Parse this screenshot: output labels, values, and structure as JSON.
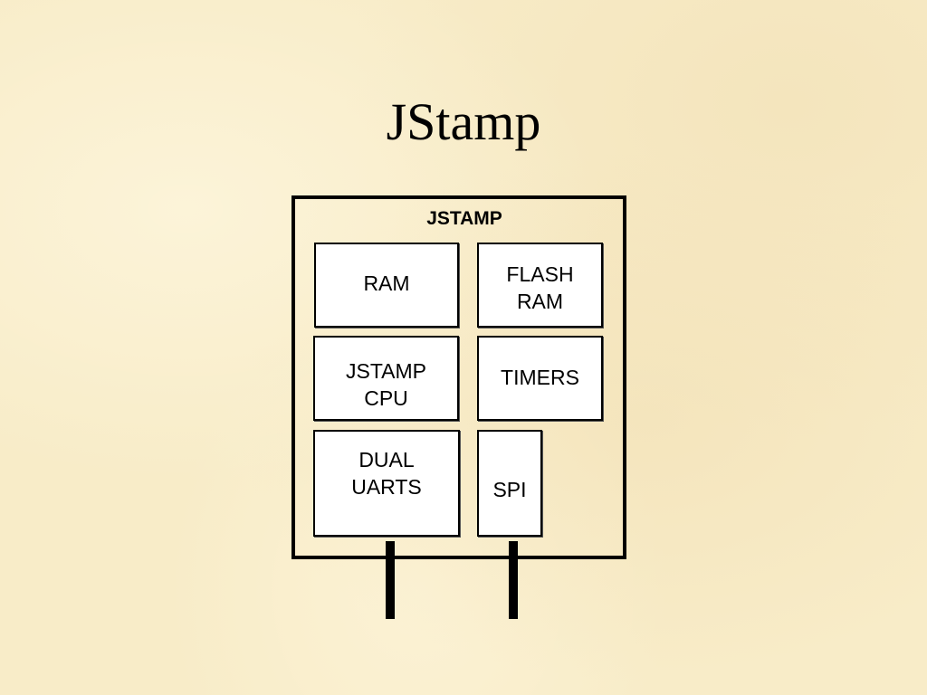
{
  "slide": {
    "title": "JStamp"
  },
  "diagram": {
    "container_label": "JSTAMP",
    "blocks": [
      {
        "lines": [
          "RAM"
        ]
      },
      {
        "lines": [
          "FLASH",
          "RAM"
        ]
      },
      {
        "lines": [
          "JSTAMP",
          "CPU"
        ]
      },
      {
        "lines": [
          "TIMERS"
        ]
      },
      {
        "lines": [
          "DUAL",
          "UARTS"
        ]
      },
      {
        "lines": [
          "SPI"
        ]
      }
    ]
  }
}
